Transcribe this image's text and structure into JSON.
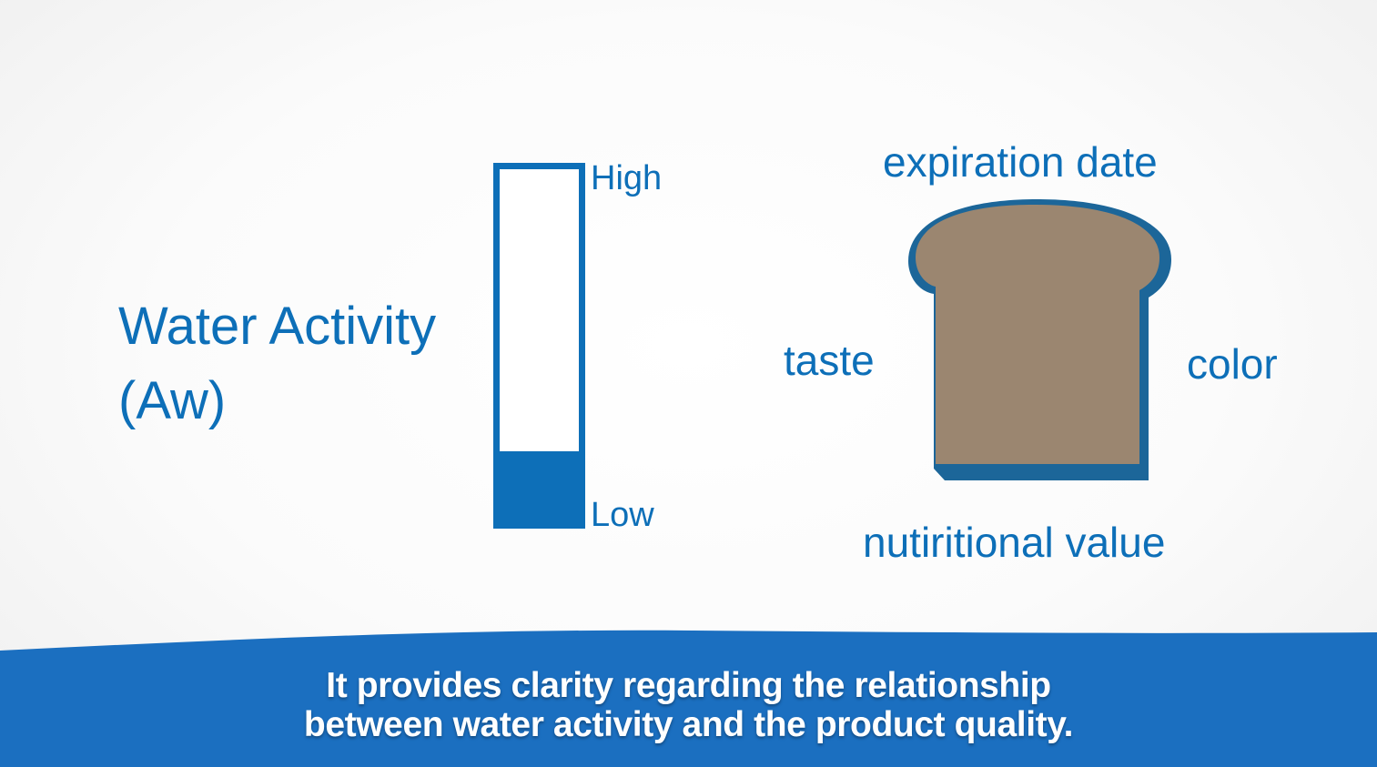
{
  "title": {
    "line1": "Water Activity",
    "line2": "(Aw)"
  },
  "meter": {
    "high_label": "High",
    "low_label": "Low",
    "level_fraction": 0.2,
    "color": "#0d6fb8"
  },
  "bread": {
    "icon": "bread-slice-icon",
    "fill_color": "#9b8670",
    "outline_color": "#1c6699",
    "attributes": {
      "top": "expiration date",
      "left": "taste",
      "right": "color",
      "bottom": "nutiritional value"
    }
  },
  "caption": {
    "line1": "It provides clarity regarding the relationship",
    "line2": "between water activity and the product quality."
  },
  "colors": {
    "accent": "#0d6fb8",
    "banner": "#1b6fc0",
    "background": "#ffffff"
  }
}
